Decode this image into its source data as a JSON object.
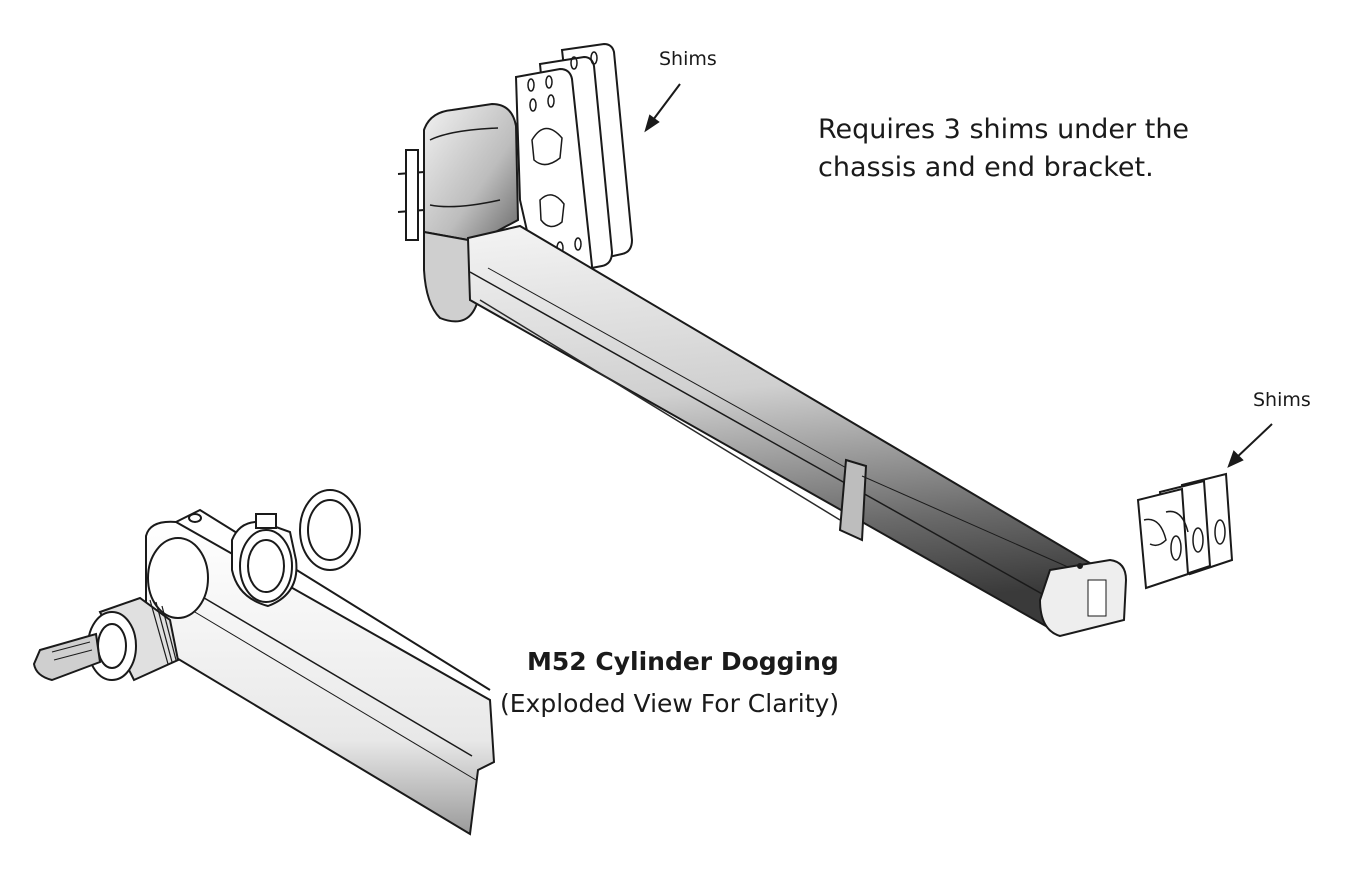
{
  "labels": {
    "shims_top": "Shims",
    "shims_right": "Shims",
    "requirement_line1": "Requires 3 shims under the",
    "requirement_line2": "chassis and end bracket.",
    "caption_title": "M52 Cylinder Dogging",
    "caption_subtitle": "(Exploded View For Clarity)"
  },
  "colors": {
    "line": "#1a1a1a",
    "bar_dark": "#3a3a3a",
    "bar_mid": "#8a8a8a",
    "bar_light": "#d6d6d6",
    "background": "#ffffff"
  }
}
